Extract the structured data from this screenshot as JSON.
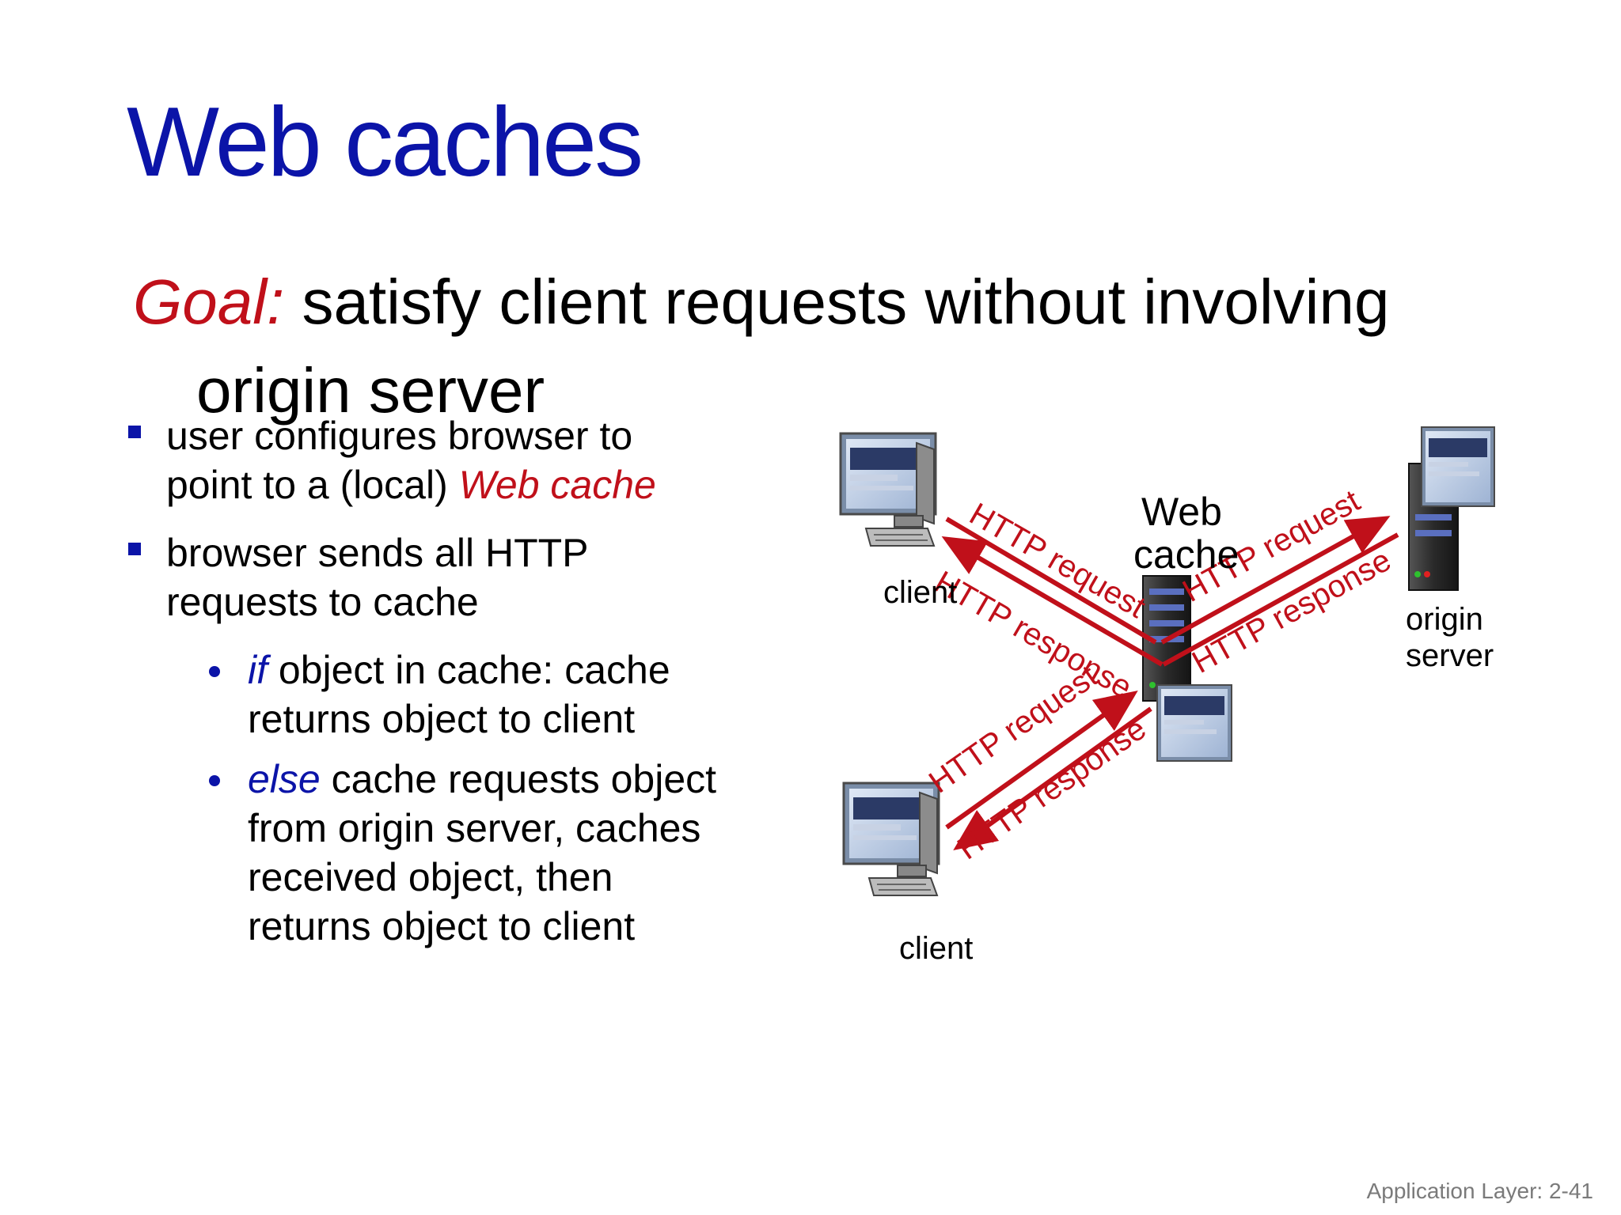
{
  "title": "Web caches",
  "goal": {
    "label": "Goal:",
    "text": " satisfy client requests without involving",
    "continuation": "origin server"
  },
  "bullets": [
    {
      "line1": "user configures browser to",
      "line2_pre": "point to a (local) ",
      "line2_em": "Web cache"
    },
    {
      "line1": "browser sends all HTTP",
      "line2": "requests to cache"
    }
  ],
  "sub_bullets": [
    {
      "em": "if",
      "text": " object in cache: cache",
      "cont": [
        "returns object to client"
      ]
    },
    {
      "em": "else",
      "text": " cache requests object",
      "cont": [
        "from origin server, caches",
        "received object, then",
        "returns object to client"
      ]
    }
  ],
  "diagram": {
    "client_top_label": "client",
    "client_bottom_label": "client",
    "cache_label_line1": "Web",
    "cache_label_line2": "cache",
    "origin_label_line1": "origin",
    "origin_label_line2": "server",
    "http_request": "HTTP request",
    "http_response": "HTTP response",
    "arrow_color": "#c0101a"
  },
  "footer": "Application Layer: 2-41"
}
